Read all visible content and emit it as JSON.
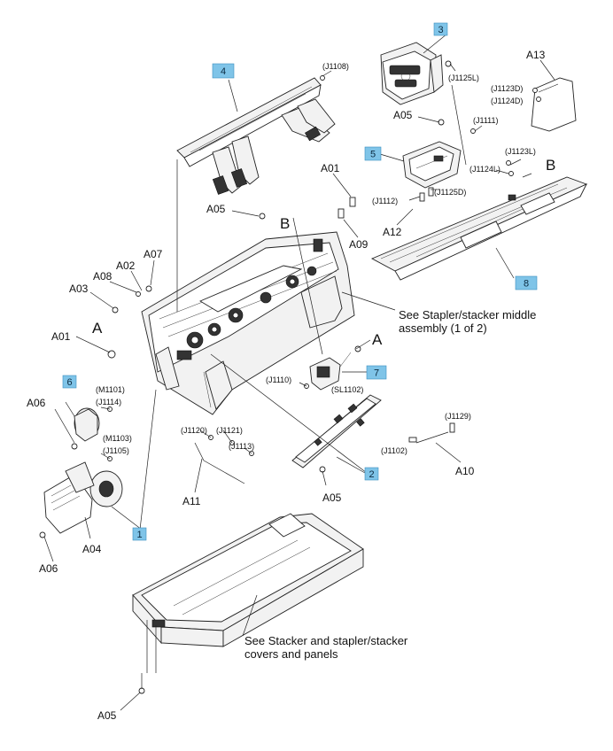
{
  "callouts": {
    "c1": "1",
    "c2": "2",
    "c3": "3",
    "c4": "4",
    "c5": "5",
    "c6": "6",
    "c7": "7",
    "c8": "8"
  },
  "parts": {
    "a01_top": "A01",
    "a01_left": "A01",
    "a02": "A02",
    "a03": "A03",
    "a04": "A04",
    "a05_top": "A05",
    "a05_mid": "A05",
    "a05_right": "A05",
    "a05_bottom": "A05",
    "a06_left": "A06",
    "a06_bottom": "A06",
    "a07": "A07",
    "a08": "A08",
    "a09": "A09",
    "a10": "A10",
    "a11": "A11",
    "a12": "A12",
    "a13": "A13"
  },
  "connectors": {
    "j1108": "(J1108)",
    "j1125l": "(J1125L)",
    "j1123d": "(J1123D)",
    "j1124d": "(J1124D)",
    "j1111": "(J1111)",
    "j1123l": "(J1123L)",
    "j1124l": "(J1124L)",
    "j1112": "(J1112)",
    "j1125d": "(J1125D)",
    "j1110": "(J1110)",
    "sl1102": "(SL1102)",
    "m1101": "(M1101)",
    "j1114": "(J1114)",
    "m1103": "(M1103)",
    "j1105": "(J1105)",
    "j1120": "(J1120)",
    "j1121": "(J1121)",
    "j1113": "(J1113)",
    "j1129": "(J1129)",
    "j1102": "(J1102)"
  },
  "markers": {
    "a_left": "A",
    "a_right": "A",
    "b_center": "B",
    "b_right": "B"
  },
  "notes": {
    "middle_line1": "See Stapler/stacker middle",
    "middle_line2": "assembly (1 of 2)",
    "covers_line1": "See Stacker and stapler/stacker",
    "covers_line2": "covers and panels"
  }
}
